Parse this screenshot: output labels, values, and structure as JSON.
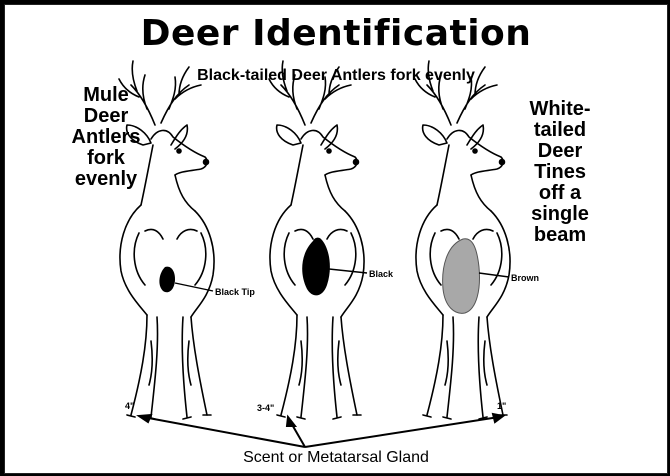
{
  "title": "Deer Identification",
  "subtitle": "Black-tailed Deer Antlers fork evenly",
  "left_label": [
    "Mule",
    "Deer",
    "Antlers",
    "fork",
    "evenly"
  ],
  "right_label": [
    "White-",
    "tailed",
    "Deer",
    "Tines",
    "off a",
    "single",
    "beam"
  ],
  "deer": [
    {
      "tail_label": "Black Tip",
      "gland_size": "4\""
    },
    {
      "tail_label": "Black",
      "gland_size": "3-4\""
    },
    {
      "tail_label": "Brown",
      "gland_size": "1\""
    }
  ],
  "caption": "Scent or Metatarsal Gland",
  "colors": {
    "background": "#000000",
    "slide": "#ffffff",
    "tail_black": "#000000",
    "tail_brown": "#a8a8a8"
  }
}
